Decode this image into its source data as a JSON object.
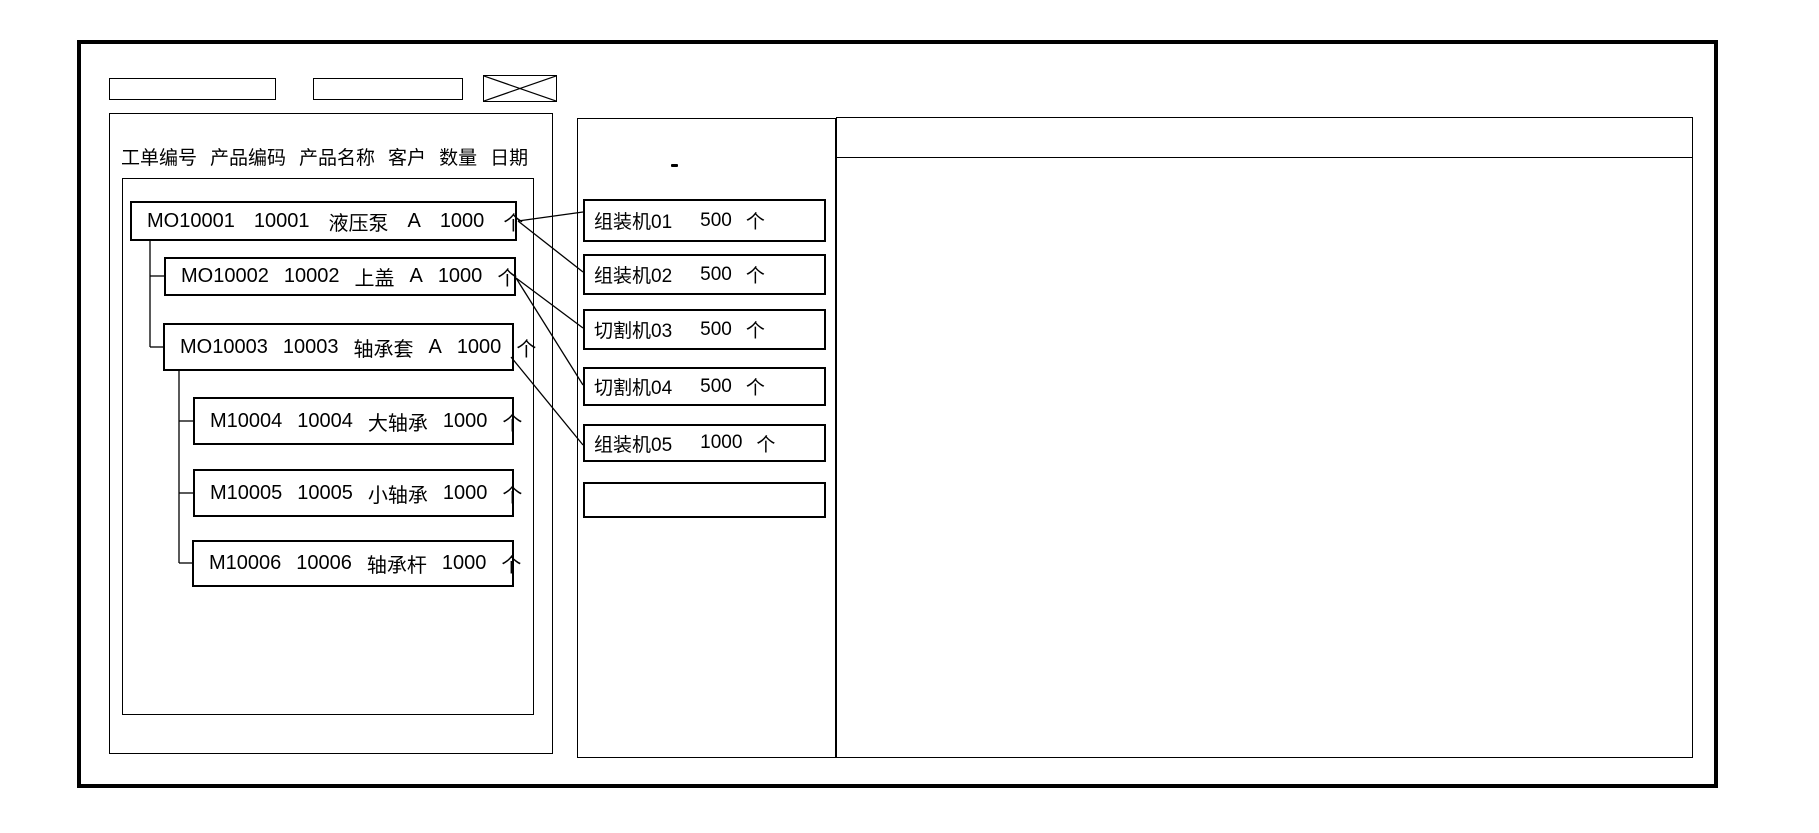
{
  "colors": {
    "line": "#000000",
    "background": "#ffffff"
  },
  "toolbar": {
    "box1_text": "",
    "box2_text": ""
  },
  "left_panel": {
    "columns": [
      "工单编号",
      "产品编码",
      "产品名称",
      "客户",
      "数量",
      "日期"
    ],
    "orders": [
      {
        "id": "MO10001",
        "code": "10001",
        "name": "液压泵",
        "customer": "A",
        "qty": "1000",
        "unit": "个"
      },
      {
        "id": "MO10002",
        "code": "10002",
        "name": "上盖",
        "customer": "A",
        "qty": "1000",
        "unit": "个"
      },
      {
        "id": "MO10003",
        "code": "10003",
        "name": "轴承套",
        "customer": "A",
        "qty": "1000",
        "unit": "个"
      },
      {
        "id": "M10004",
        "code": "10004",
        "name": "大轴承",
        "customer": "",
        "qty": "1000",
        "unit": "个"
      },
      {
        "id": "M10005",
        "code": "10005",
        "name": "小轴承",
        "customer": "",
        "qty": "1000",
        "unit": "个"
      },
      {
        "id": "M10006",
        "code": "10006",
        "name": "轴承杆",
        "customer": "",
        "qty": "1000",
        "unit": "个"
      }
    ]
  },
  "middle_panel": {
    "machines": [
      {
        "name": "组装机01",
        "qty": "500",
        "unit": "个"
      },
      {
        "name": "组装机02",
        "qty": "500",
        "unit": "个"
      },
      {
        "name": "切割机03",
        "qty": "500",
        "unit": "个"
      },
      {
        "name": "切割机04",
        "qty": "500",
        "unit": "个"
      },
      {
        "name": "组装机05",
        "qty": "1000",
        "unit": "个"
      },
      {
        "name": "",
        "qty": "",
        "unit": ""
      }
    ]
  },
  "right_panel": {
    "content": ""
  }
}
